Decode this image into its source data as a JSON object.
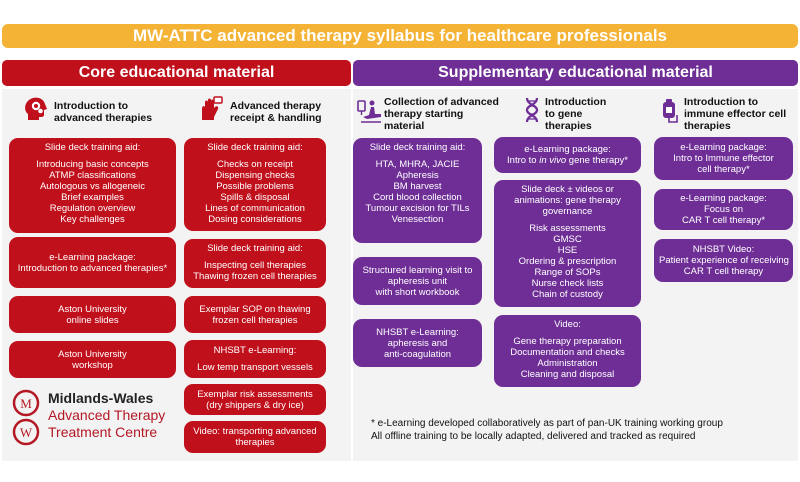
{
  "title": "MW-ATTC advanced therapy syllabus for healthcare professionals",
  "colors": {
    "banner": "#f5b335",
    "core": "#c0101c",
    "supplementary": "#6e2e96"
  },
  "core": {
    "heading": "Core educational material",
    "col1": {
      "icon": "head-gear-icon",
      "title": [
        "Introduction to",
        "advanced therapies"
      ],
      "boxes": [
        {
          "lines": [
            "Slide deck training aid:",
            "",
            "Introducing basic concepts",
            "ATMP classifications",
            "Autologous vs allogeneic",
            "Brief examples",
            "Regulation overview",
            "Key challenges"
          ]
        },
        {
          "lines": [
            "e-Learning package:",
            "Introduction to advanced therapies*"
          ]
        },
        {
          "lines": [
            "Aston University",
            "online slides"
          ]
        },
        {
          "lines": [
            "Aston University",
            "workshop"
          ]
        }
      ]
    },
    "col2": {
      "icon": "hand-icon",
      "title": [
        "Advanced therapy",
        "receipt & handling"
      ],
      "boxes": [
        {
          "lines": [
            "Slide deck training aid:",
            "",
            "Checks on receipt",
            "Dispensing checks",
            "Possible problems",
            "Spills & disposal",
            "Lines of communication",
            "Dosing considerations"
          ]
        },
        {
          "lines": [
            "Slide deck training aid:",
            "",
            "Inspecting cell therapies",
            "Thawing frozen cell therapies"
          ]
        },
        {
          "lines": [
            "Exemplar SOP on thawing",
            "frozen cell therapies"
          ]
        },
        {
          "lines": [
            "NHSBT e-Learning:",
            "",
            "Low temp transport vessels"
          ]
        },
        {
          "lines": [
            "Exemplar risk assessments",
            "(dry shippers & dry ice)"
          ]
        },
        {
          "lines": [
            "Video: transporting advanced",
            "therapies"
          ]
        }
      ]
    }
  },
  "supplementary": {
    "heading": "Supplementary educational material",
    "col1": {
      "icon": "apheresis-chair-icon",
      "title": [
        "Collection of advanced",
        "therapy starting",
        "material"
      ],
      "boxes": [
        {
          "lines": [
            "Slide deck training aid:",
            "",
            "HTA, MHRA, JACIE",
            "Apheresis",
            "BM harvest",
            "Cord blood collection",
            "Tumour excision for TILs",
            "Venesection"
          ]
        },
        {
          "lines": [
            "Structured learning visit to",
            "apheresis unit",
            "with short workbook"
          ]
        },
        {
          "lines": [
            "NHSBT e-Learning:",
            "apheresis and",
            "anti-coagulation"
          ]
        }
      ]
    },
    "col2": {
      "icon": "dna-icon",
      "title": [
        "Introduction",
        "to gene",
        "therapies"
      ],
      "boxes": [
        {
          "lines": [
            "e-Learning package:",
            "Intro to in vivo gene therapy*"
          ]
        },
        {
          "lines": [
            "Slide deck ± videos or",
            "animations: gene therapy",
            "governance",
            "",
            "Risk assessments",
            "GMSC",
            "HSE",
            "Ordering & prescription",
            "Range of SOPs",
            "Nurse check lists",
            "Chain of custody"
          ]
        },
        {
          "lines": [
            "Video:",
            "",
            "Gene therapy preparation",
            "Documentation and checks",
            "Administration",
            "Cleaning and disposal"
          ]
        }
      ]
    },
    "col3": {
      "icon": "blood-bag-icon",
      "title": [
        "Introduction to",
        "immune effector cell",
        "therapies"
      ],
      "boxes": [
        {
          "lines": [
            "e-Learning package:",
            "Intro to Immune effector",
            "cell therapy*"
          ]
        },
        {
          "lines": [
            "e-Learning package:",
            "Focus on",
            "CAR T cell therapy*"
          ]
        },
        {
          "lines": [
            "NHSBT Video:",
            "Patient experience of receiving",
            "CAR T cell therapy"
          ]
        }
      ]
    }
  },
  "logo": {
    "lines": [
      "Midlands-Wales",
      "Advanced Therapy",
      "Treatment Centre"
    ],
    "marks": [
      "M",
      "W"
    ]
  },
  "footnotes": [
    "* e-Learning developed collaboratively as part of pan-UK training working group",
    "All offline training to be locally adapted, delivered and tracked as required"
  ]
}
